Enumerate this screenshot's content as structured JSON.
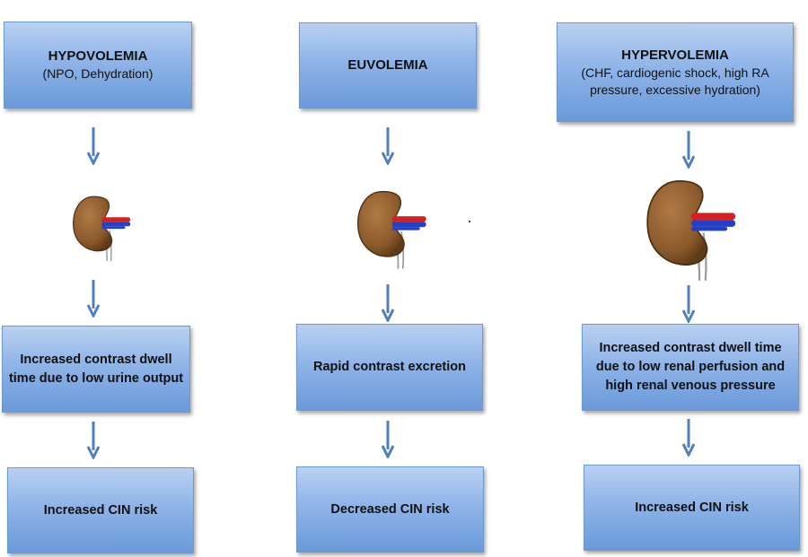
{
  "columns": [
    {
      "header_title": "HYPOVOLEMIA",
      "header_sub": "(NPO, Dehydration)",
      "mechanism": "Increased contrast dwell time due to low urine output",
      "outcome": "Increased CIN risk"
    },
    {
      "header_title": "EUVOLEMIA",
      "header_sub": "",
      "mechanism": "Rapid contrast excretion",
      "outcome": "Decreased CIN risk"
    },
    {
      "header_title": "HYPERVOLEMIA",
      "header_sub": "(CHF, cardiogenic shock, high RA pressure, excessive hydration)",
      "mechanism": "Increased contrast dwell time due to low renal perfusion and high renal venous pressure",
      "outcome": "Increased CIN risk"
    }
  ],
  "colors": {
    "box_top": "#b9d1f1",
    "box_bottom": "#6a9ad9",
    "arrow": "#4f7fc0",
    "kidney": "#8b5a2b",
    "artery": "#d42020",
    "vein": "#2340c8"
  },
  "icons": [
    "down-arrow-icon",
    "kidney-icon"
  ]
}
